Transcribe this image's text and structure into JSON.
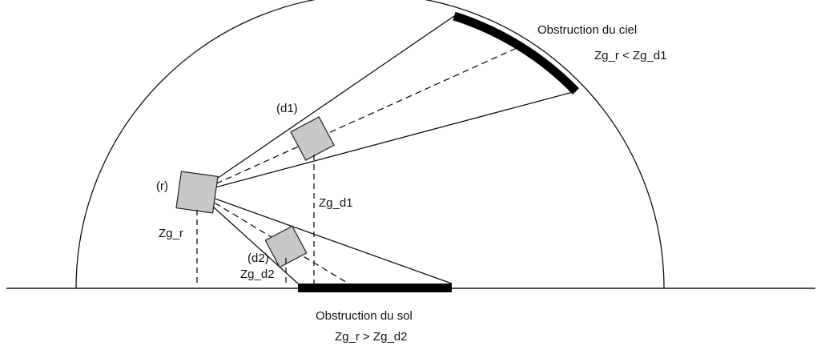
{
  "labels": {
    "sky_obstruction_title": "Obstruction du ciel",
    "sky_obstruction_relation": "Zg_r < Zg_d1",
    "ground_obstruction_title": "Obstruction du sol",
    "ground_obstruction_relation": "Zg_r > Zg_d2",
    "sensor_r": "(r)",
    "sensor_d1": "(d1)",
    "sensor_d2": "(d2)",
    "height_r": "Zg_r",
    "height_d1": "Zg_d1",
    "height_d2": "Zg_d2"
  },
  "colors": {
    "line": "#111111",
    "sensor_fill": "#c8c8c8",
    "obstruction": "#000000"
  }
}
